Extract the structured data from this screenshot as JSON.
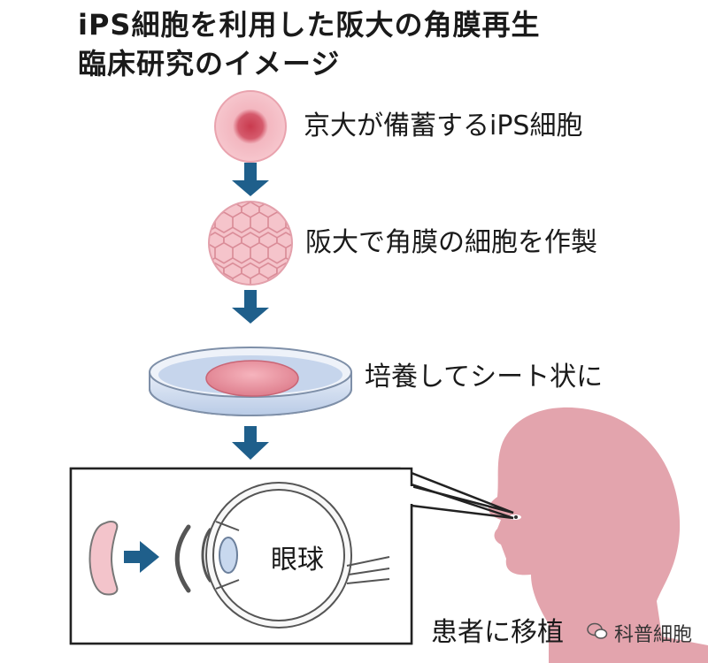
{
  "title": {
    "line1": "iPS細胞を利用した阪大の角膜再生",
    "line2": "臨床研究のイメージ"
  },
  "steps": [
    {
      "label": "京大が備蓄するiPS細胞"
    },
    {
      "label": "阪大で角膜の細胞を作製"
    },
    {
      "label": "培養してシート状に"
    }
  ],
  "transplant": {
    "eye_label": "眼球",
    "patient_label": "患者に移植"
  },
  "watermark": {
    "text": "科普細胞",
    "icon": "wechat-icon"
  },
  "colors": {
    "arrow": "#1f5f8b",
    "cell": "#f2b6bf",
    "cell_edge": "#d98a96",
    "dish": "#c9d8ee",
    "head": "#e3a4ad"
  }
}
